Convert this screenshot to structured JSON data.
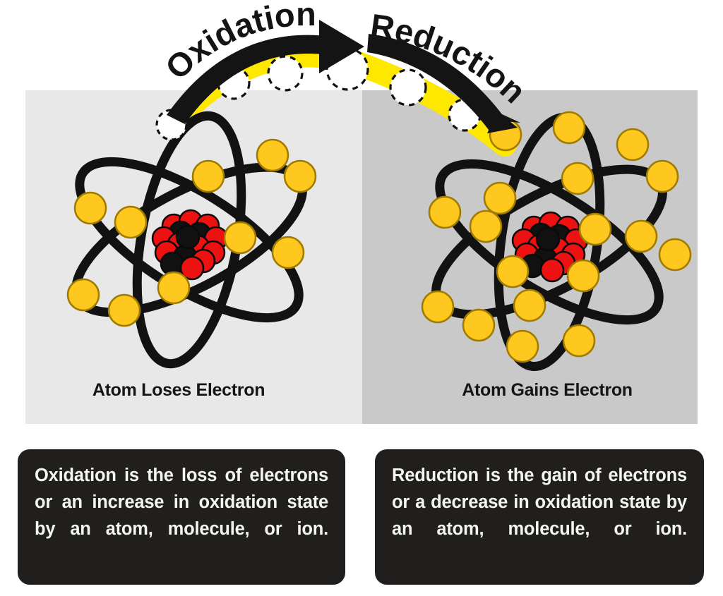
{
  "diagram": {
    "title_left": "Oxidation",
    "title_right": "Reduction",
    "panels": {
      "left": {
        "caption": "Atom Loses Electron",
        "background_color": "#e8e8e8",
        "electron_count": 11,
        "free_electron": "white-electron"
      },
      "right": {
        "caption": "Atom Gains Electron",
        "background_color": "#c9c9c9",
        "electron_count": 18,
        "free_electron": "white-electron"
      }
    },
    "transfer_path": {
      "band_color": "#FFE800",
      "electron_marker_count": 7,
      "direction": "left-to-right"
    },
    "definitions": {
      "oxidation": "Oxidation is the loss of electrons or  an increase in oxidation state by an atom, molecule, or ion.",
      "reduction": "Reduction is the gain of electrons or  a decrease in oxidation state by an atom, molecule, or ion."
    },
    "colors": {
      "electron": "#FFC81E",
      "electron_stroke": "#A07B00",
      "proton": "#EE1111",
      "neutron": "#111111",
      "orbit": "#121212",
      "box_background": "#211f1e",
      "box_text": "#f4f4f2",
      "arrow": "#141414"
    }
  }
}
